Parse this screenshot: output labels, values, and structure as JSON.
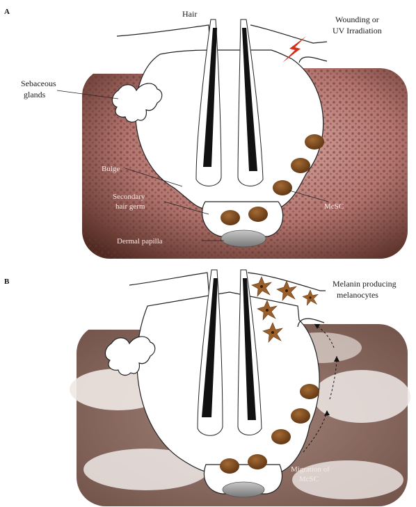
{
  "panels": [
    {
      "letter": "A",
      "labels": {
        "hair": "Hair",
        "stimulus_line1": "Wounding or",
        "stimulus_line2": "UV Irradiation",
        "sebaceous_line1": "Sebaceous",
        "sebaceous_line2": "glands",
        "bulge": "Bulge",
        "secondary_line1": "Secondary",
        "secondary_line2": "hair germ",
        "dermal_papilla": "Dermal papilla",
        "mesc": "McSC"
      }
    },
    {
      "letter": "B",
      "labels": {
        "melanin_line1": "Melanin producing",
        "melanin_line2": "melanocytes",
        "migration_line1": "Migration of",
        "migration_line2": "McSC"
      }
    }
  ],
  "colors": {
    "skin_a_dark": "#5a2f24",
    "skin_a_mid": "#a0625a",
    "skin_a_light": "#c9908c",
    "skin_b_base": "#8a6a5f",
    "skin_b_light": "#efe9e6",
    "stem_cell": "#7a4a1e",
    "melanocyte": "#9a5f2a",
    "lightning": "#d2301a",
    "papilla": "#9a9a9a"
  }
}
